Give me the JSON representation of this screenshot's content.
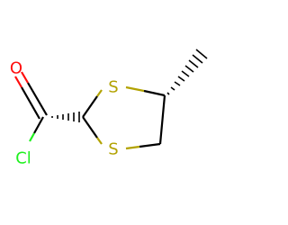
{
  "molecule": {
    "atoms": {
      "oxygen": "O",
      "chlorine": "Cl",
      "sulfur_top": "S",
      "sulfur_bottom": "S"
    }
  },
  "colors": {
    "oxygen": "#ff0d0d",
    "chlorine": "#1ff01f",
    "sulfur": "#b2a200",
    "bond": "#000000"
  }
}
